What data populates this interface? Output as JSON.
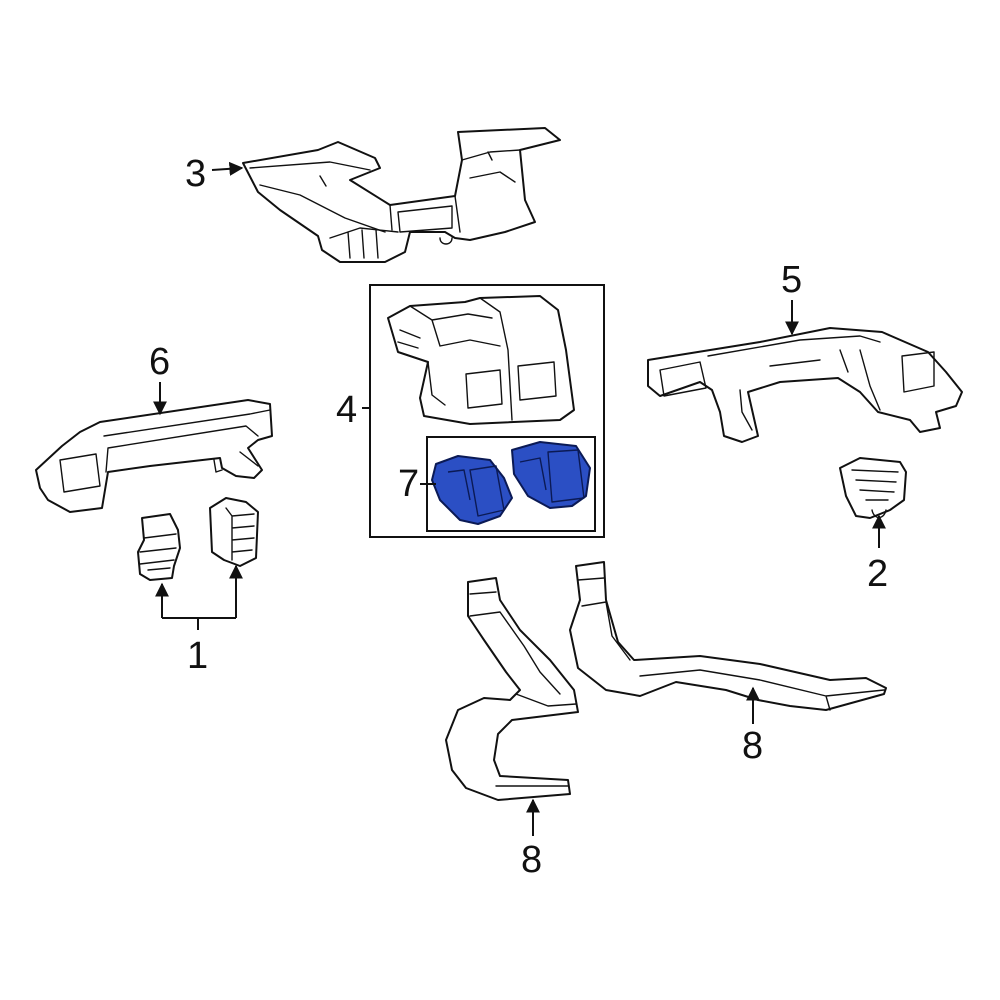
{
  "colors": {
    "line": "#111111",
    "highlight": "#2b4fc4",
    "background": "#ffffff"
  },
  "callouts": {
    "c1": "1",
    "c2": "2",
    "c3": "3",
    "c4": "4",
    "c5": "5",
    "c6": "6",
    "c7": "7",
    "c8a": "8",
    "c8b": "8"
  }
}
